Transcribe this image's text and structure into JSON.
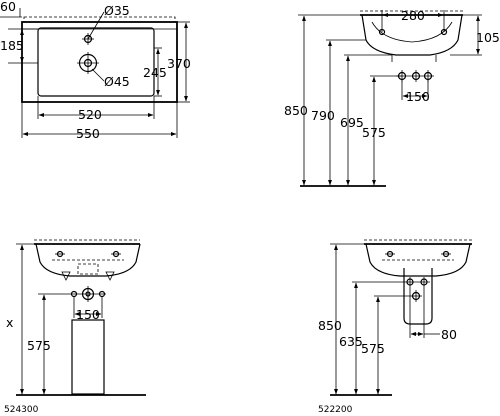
{
  "top_view": {
    "dim_60": "60",
    "dim_185": "185",
    "dim_d35": "Ø35",
    "dim_245": "245",
    "dim_370": "370",
    "dim_d45": "Ø45",
    "dim_520": "520",
    "dim_550": "550"
  },
  "side_view": {
    "dim_280": "280",
    "dim_105": "105",
    "dim_850": "850",
    "dim_790": "790",
    "dim_695": "695",
    "dim_150": "150",
    "dim_575": "575"
  },
  "front_view_524300": {
    "dim_x": "x",
    "dim_150": "150",
    "dim_575": "575",
    "model_code": "524300"
  },
  "front_view_522200": {
    "dim_850": "850",
    "dim_80": "80",
    "dim_635": "635",
    "dim_575": "575",
    "model_code": "522200"
  }
}
